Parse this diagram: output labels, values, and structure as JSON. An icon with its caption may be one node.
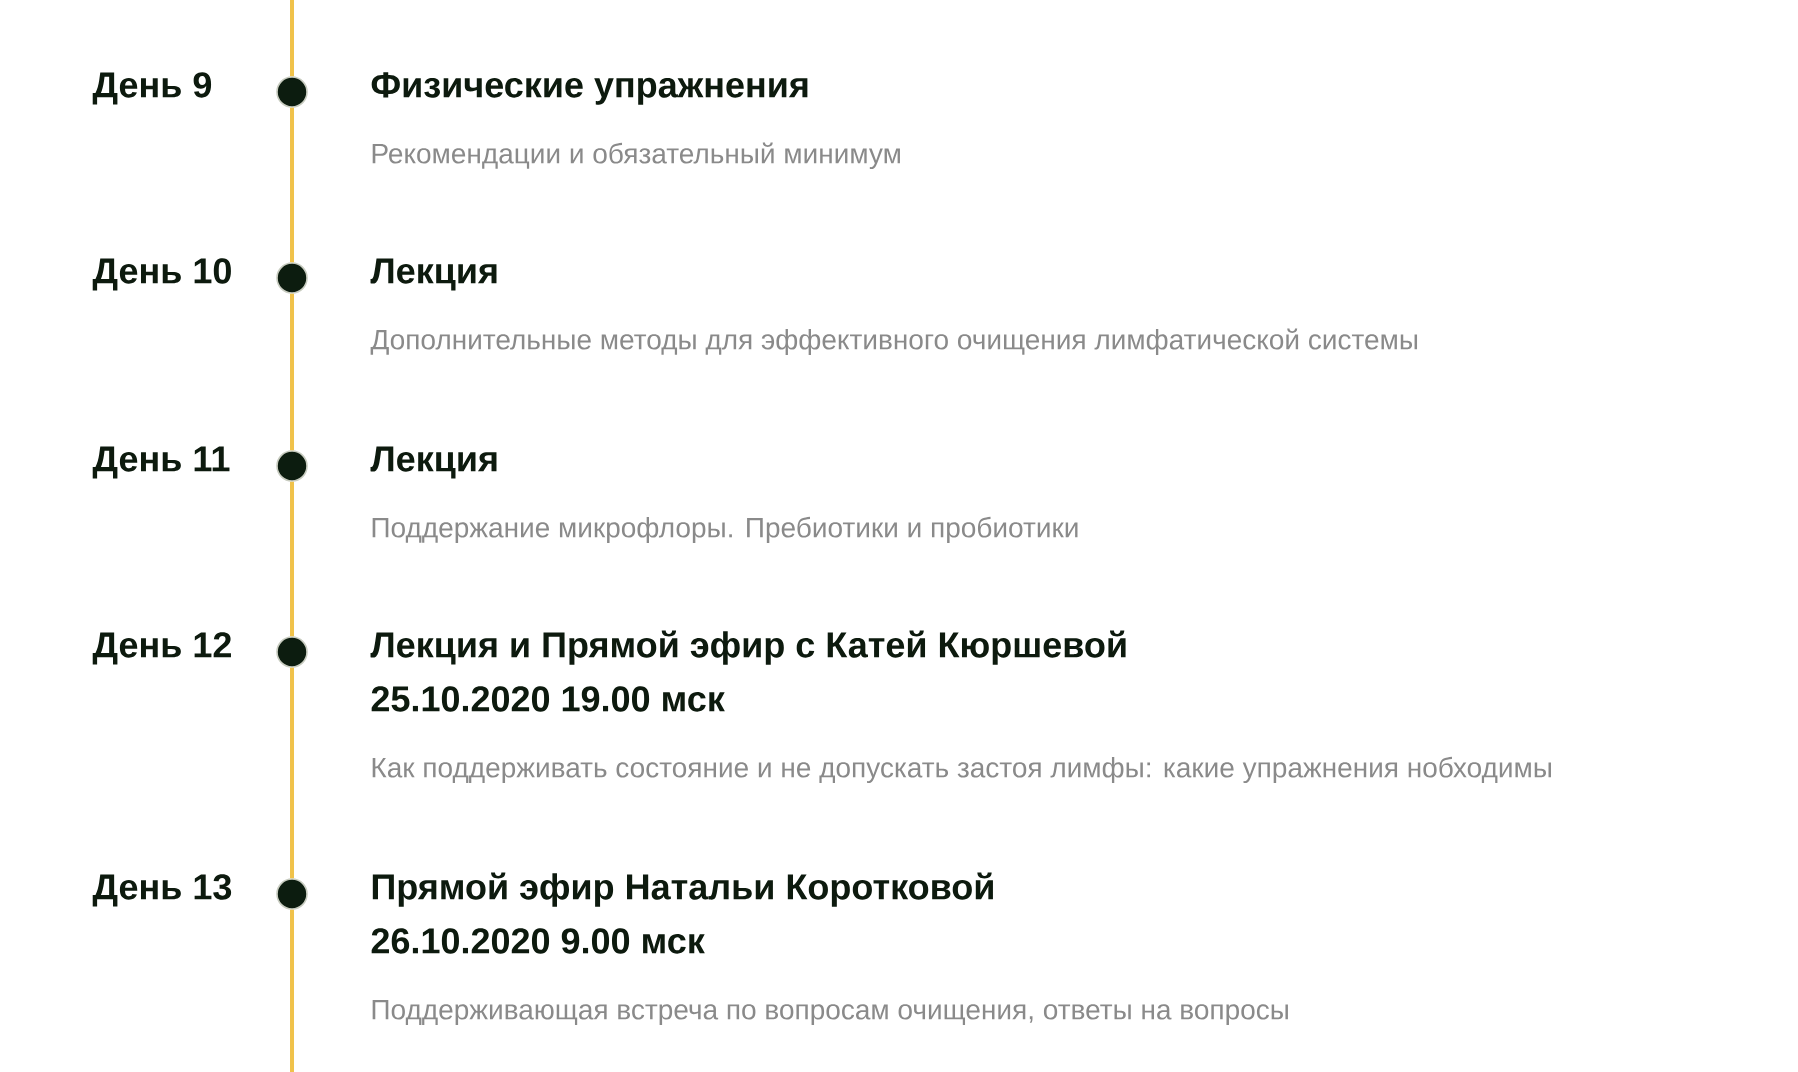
{
  "diagram": {
    "nodes": [
      {
        "text": [],
        "shape": "circle",
        "beside": [
          "День 9",
          "Физические упражнения",
          "Рекомендации и обязательный минимум"
        ]
      },
      {
        "text": [],
        "shape": "circle",
        "beside": [
          "День 10",
          "Лекция",
          "Дополнительные методы для эффективного очищения лимфатической системы"
        ]
      },
      {
        "text": [],
        "shape": "circle",
        "beside": [
          "День 11",
          "Лекция",
          "Поддержание микрофлоры. Пребиотики и пробиотики"
        ]
      },
      {
        "text": [],
        "shape": "circle",
        "beside": [
          "День 12",
          "Лекция и Прямой эфир  с Катей Кюршевой",
          "25.10.2020 19.00 мск",
          "Как поддерживать состояние и не допускать застоя лимфы: какие упражнения нобходимы"
        ]
      },
      {
        "text": [],
        "shape": "circle",
        "beside": [
          "День 13",
          "Прямой эфир Натальи Коротковой",
          "26.10.2020 9.00 мск",
          "Поддерживающая встреча  по вопросам очищения, ответы на вопросы"
        ]
      }
    ],
    "edges": [
      {
        "from": null,
        "to": 0,
        "arrow": "none"
      },
      {
        "from": 0,
        "to": 1,
        "arrow": "none"
      },
      {
        "from": 1,
        "to": 2,
        "arrow": "none"
      },
      {
        "from": 2,
        "to": 3,
        "arrow": "none"
      },
      {
        "from": 3,
        "to": 4,
        "arrow": "none"
      },
      {
        "from": 4,
        "to": null,
        "arrow": "none"
      }
    ]
  }
}
